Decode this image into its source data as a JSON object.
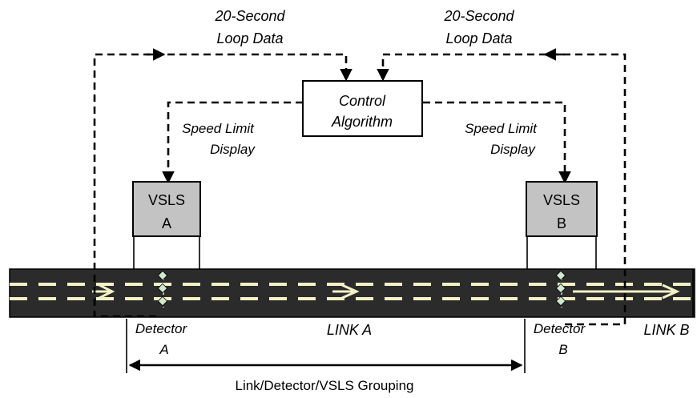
{
  "loop_data_left": [
    "20-Second",
    "Loop Data"
  ],
  "loop_data_right": [
    "20-Second",
    "Loop Data"
  ],
  "control_algorithm": [
    "Control",
    "Algorithm"
  ],
  "speed_limit_left": [
    "Speed Limit",
    "Display"
  ],
  "speed_limit_right": [
    "Speed Limit",
    "Display"
  ],
  "vsls_a": [
    "VSLS",
    "A"
  ],
  "vsls_b": [
    "VSLS",
    "B"
  ],
  "detector_a": [
    "Detector",
    "A"
  ],
  "detector_b": [
    "Detector",
    "B"
  ],
  "link_a": "LINK A",
  "link_b": "LINK B",
  "grouping": "Link/Detector/VSLS Grouping",
  "colors": {
    "road": "#2b2b2b",
    "lane_marking": "#f4f1c6",
    "sign_fill": "#c3c3c3",
    "detector": "#cfe9cf"
  }
}
